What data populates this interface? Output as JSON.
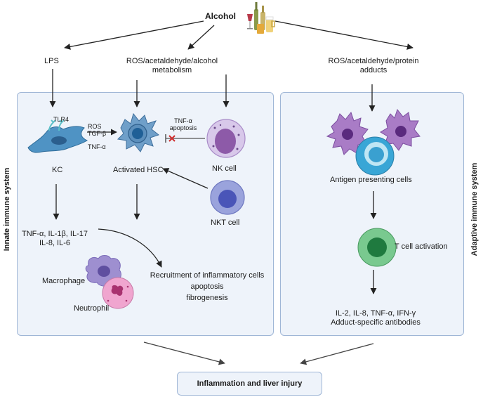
{
  "top": {
    "alcohol": "Alcohol",
    "lps": "LPS",
    "ros_metab_line1": "ROS/acetaldehyde/alcohol",
    "ros_metab_line2": "metabolism",
    "ros_adducts_line1": "ROS/acetaldehyde/protein",
    "ros_adducts_line2": "adducts"
  },
  "innate": {
    "side_label": "Innate immune system",
    "tlr4": "TLR4",
    "kc": "KC",
    "ros": "ROS",
    "tgf": "TGF-β",
    "tnf": "TNF-α",
    "activated_hsc": "Activated HSC",
    "tnf_apoptosis_line1": "TNF-α",
    "tnf_apoptosis_line2": "apoptosis",
    "nk_cell": "NK cell",
    "nkt_cell": "NKT cell",
    "cytokines_line1": "TNF-α,  IL-1β, IL-17",
    "cytokines_line2": "IL-8, IL-6",
    "macrophage": "Macrophage",
    "neutrophil": "Neutrophil",
    "recruitment": "Recruitment of inflammatory cells",
    "apoptosis": "apoptosis",
    "fibrogenesis": "fibrogenesis"
  },
  "adaptive": {
    "side_label": "Adaptive immune system",
    "apc": "Antigen presenting cells",
    "t_cell": "T cell activation",
    "out_line1": "IL-2, IL-8, TNF-α, IFN-γ",
    "out_line2": "Adduct-specific antibodies"
  },
  "outcome": "Inflammation and liver injury",
  "colors": {
    "panel_bg": "#eef3fa",
    "panel_border": "#9fb6d6",
    "kc_cell": "#4f93c4",
    "hsc_cell": "#6f9fc9",
    "nk_cell": "#bfa8d8",
    "nkt_cell": "#7e87cf",
    "apc_cell": "#a97cc6",
    "lymphocyte": "#39a6d6",
    "t_cell": "#79c98f",
    "neutrophil": "#f0a5cf",
    "inhibit": "#d03030"
  }
}
